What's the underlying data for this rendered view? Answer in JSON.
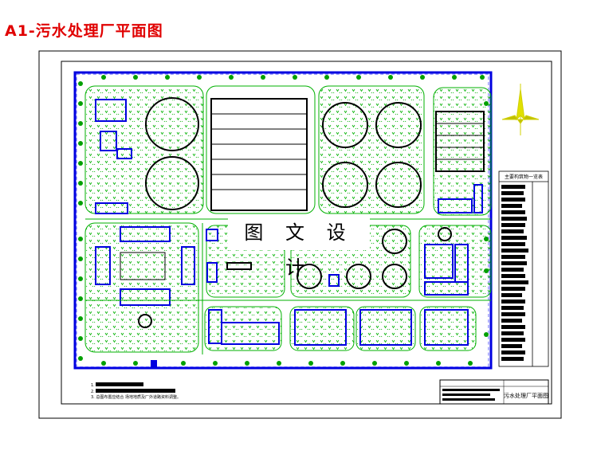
{
  "page_title": "A1-污水处理厂平面图",
  "watermark": "图 文 设 计",
  "legend": {
    "title": "主要构筑物一览表",
    "visible_entries": [
      "进水 泵房",
      "粗格 栅",
      "细格栅",
      "沉砂池",
      "初沉池",
      "生化池",
      "二沉池",
      "回流 泵房",
      "鼓风机房",
      "污泥浓缩池",
      "污泥脱水机房",
      "消毒 接触池",
      "出水 计量",
      "配电 间",
      "机修 间",
      "仓库",
      "综合 楼",
      "食堂",
      "门卫",
      "车库",
      "化验室",
      "加氯 间"
    ]
  },
  "notes": [
    "1.",
    "2.",
    "3. 总图布置应结合 场地地质及厂外道路资料调整。"
  ],
  "title_block": {
    "drawing_name": "污水处理厂平面图"
  },
  "colors": {
    "title": "#e00000",
    "structure": "#0000e0",
    "road": "#00b000",
    "tree": "#00a000",
    "frame": "#000000"
  }
}
